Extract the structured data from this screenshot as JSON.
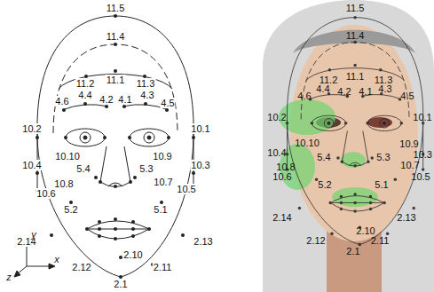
{
  "diagram": {
    "labels": [
      "11.5",
      "11.4",
      "11.1",
      "11.2",
      "11.3",
      "4.4",
      "4.2",
      "4.1",
      "4.3",
      "4.6",
      "4.5",
      "10.2",
      "10.1",
      "10.10",
      "10.9",
      "10.4",
      "10.3",
      "5.4",
      "5.3",
      "10.8",
      "10.7",
      "10.6",
      "10.5",
      "5.2",
      "5.1",
      "2.14",
      "2.13",
      "2.10",
      "2.12",
      "2.11",
      "2.1",
      "y",
      "x",
      "z",
      "11.5",
      "11.4",
      "11.1",
      "11.2",
      "11.3",
      "4.4",
      "4.2",
      "4.1",
      "4.3",
      "4.6",
      "4.5",
      "10.2",
      "10.1",
      "10.10",
      "10.9",
      "10.4",
      "10.3",
      "5.4",
      "5.3",
      "10.8",
      "10.7",
      "10.6",
      "10.5",
      "5.2",
      "5.1",
      "2.14",
      "2.13",
      "2.10",
      "2.12",
      "2.11",
      "2.1"
    ]
  }
}
